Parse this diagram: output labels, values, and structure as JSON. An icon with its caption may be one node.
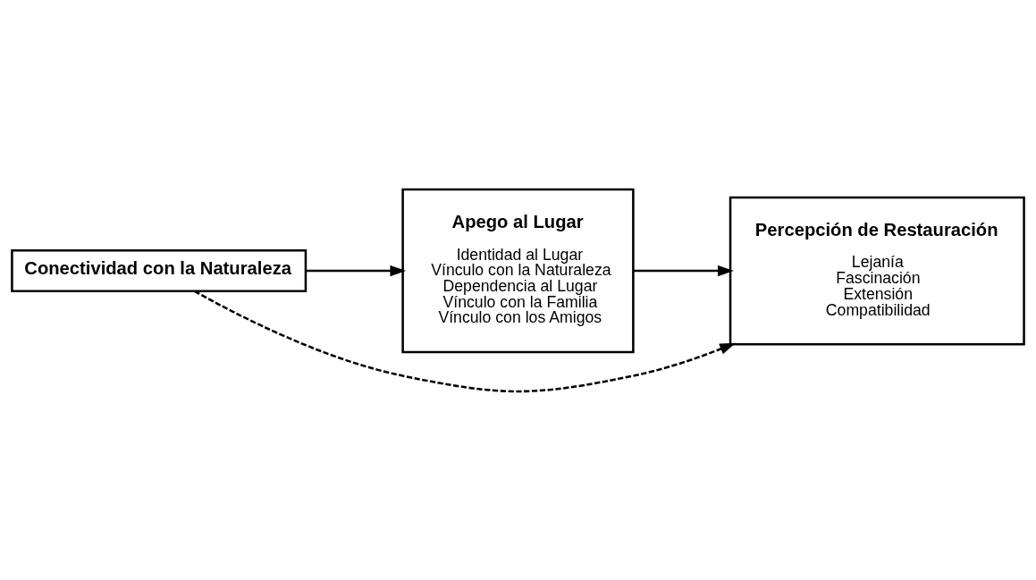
{
  "diagram": {
    "nodes": [
      {
        "text": [
          "Conectividad con la Naturaleza"
        ]
      },
      {
        "text": [
          "Apego al Lugar",
          "Identidad al Lugar",
          "Vínculo con la Naturaleza",
          "Dependencia al Lugar",
          "Vínculo con la Familia",
          "Vínculo con los Amigos"
        ]
      },
      {
        "text": [
          "Percepción de Restauración",
          "Lejanía",
          "Fascinación",
          "Extensión",
          "Compatibilidad"
        ]
      }
    ],
    "edges": [
      {
        "from": 0,
        "to": 1,
        "arrow": "to"
      },
      {
        "from": 1,
        "to": 2,
        "arrow": "to"
      },
      {
        "from": 0,
        "to": 2,
        "arrow": "to",
        "style": "dashed"
      }
    ]
  }
}
